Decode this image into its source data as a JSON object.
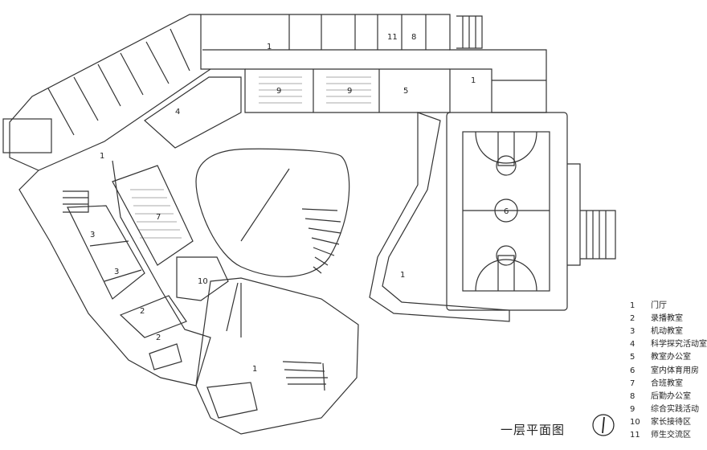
{
  "plan_title": "一层平面图",
  "legend": [
    {
      "num": "1",
      "label": "门厅"
    },
    {
      "num": "2",
      "label": "录播教室"
    },
    {
      "num": "3",
      "label": "机动教室"
    },
    {
      "num": "4",
      "label": "科学探究活动室"
    },
    {
      "num": "5",
      "label": "教室办公室"
    },
    {
      "num": "6",
      "label": "室内体育用房"
    },
    {
      "num": "7",
      "label": "合班教室"
    },
    {
      "num": "8",
      "label": "后勤办公室"
    },
    {
      "num": "9",
      "label": "综合实践活动"
    },
    {
      "num": "10",
      "label": "家长接待区"
    },
    {
      "num": "11",
      "label": "师生交流区"
    }
  ],
  "room_labels": {
    "hall_north": "1",
    "hall_west": "1",
    "hall_east": "1",
    "hall_court": "1",
    "hall_south": "1",
    "room_8": "8",
    "room_11": "11",
    "room_9a": "9",
    "room_9b": "9",
    "room_5": "5",
    "room_4": "4",
    "room_7": "7",
    "room_3a": "3",
    "room_3b": "3",
    "room_2a": "2",
    "room_2b": "2",
    "room_10": "10",
    "room_6": "6"
  },
  "icons": {
    "north_arrow": "north-arrow-icon"
  }
}
